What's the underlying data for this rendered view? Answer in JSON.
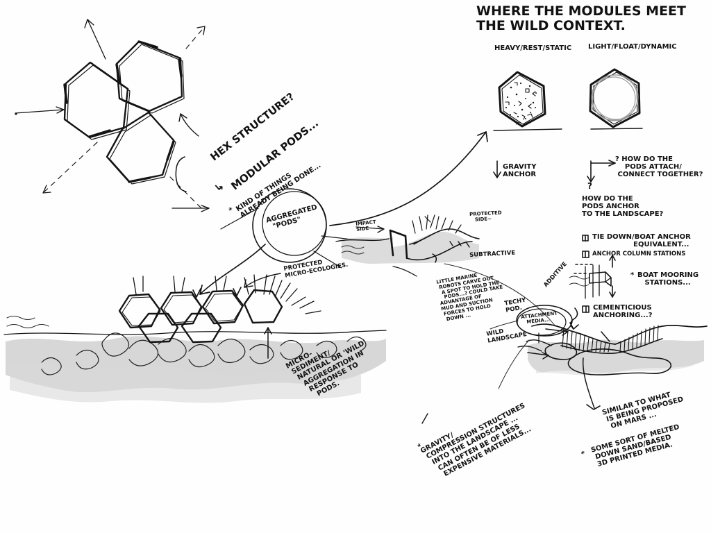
{
  "sheet": {
    "title": "WHERE THE MODULES MEET\nTHE WILD CONTEXT."
  },
  "hex_diagrams": {
    "left_label": "HEAVY/REST/STATIC",
    "right_label": "LIGHT/FLOAT/DYNAMIC",
    "gravity_anchor": "GRAVITY\nANCHOR",
    "question_attach": "? HOW DO THE\n    PODS ATTACH/\n CONNECT TOGETHER?",
    "question_mark": "?",
    "question_anchor": "HOW DO THE\nPODS ANCHOR\nTO THE LANDSCAPE?"
  },
  "anchor_list": {
    "items": [
      "TIE DOWN/BOAT ANCHOR\n                 EQUIVALENT...",
      "ANCHOR COLUMN STATIONS",
      "CEMENTICIOUS\nANCHORING...?"
    ],
    "note": "BOAT MOORING\n   STATIONS...",
    "note_star": "*"
  },
  "hex_cluster": {
    "hex_structure": "HEX STRUCTURE?",
    "modular_pods": "MODULAR PODS...",
    "already_done": "KIND OF THINGS\nALREADY BEING DONE...",
    "already_done_star": "*",
    "branch_arrow": "↳"
  },
  "aggregate": {
    "bubble": "AGGREGATED\n  \"PODS\""
  },
  "left_scene": {
    "protected": "PROTECTED\nMICRO-ECOLOGIES.",
    "sediment": "MICRO-\n SEDIMENT/\n  NATURAL OR 'WILD'\n   AGGREGATION IN\n    RESPONSE TO\n      PODS."
  },
  "section_scene": {
    "impact_side": "IMPACT\nSIDE",
    "protected_side": "PROTECTED\n   SIDE~",
    "subtractive": "SUBTRACTIVE",
    "additive": "ADDITIVE",
    "robots": "LITTLE MARINE\n ROBOTS CARVE OUT\n  A SPOT TO HOLD THE\n   PODS...? COULD TAKE\nADVANTAGE OF\nMUD AND SUCTION\n FORCES TO HOLD\n  DOWN ...",
    "techy_pod": "TECHY\nPOD.",
    "wild_landscape": "WILD\nLANDSCAPE",
    "attachment_media": "ATTACHMENT\n   MEDIA..."
  },
  "bottom_notes": {
    "gravity_note": "GRAVITY/\n COMPRESSION STRUCTURES\n  INTO THE LANDSCAPE ...\n   CAN OFTEN BE OF LESS\n    EXPENSIVE MATERIALS...",
    "gravity_star": "*",
    "mars_note": "SIMILAR TO WHAT\n IS BEING PROPOSED\n  ON MARS ...",
    "mars_note2": "SOME SORT OF MELTED\n DOWN SAND/BASED\n 3D PRINTED MEDIA.",
    "mars_star": "*"
  },
  "colors": {
    "ink": "#141414",
    "paper": "#fefefe",
    "wash": "#c9c9c9"
  }
}
